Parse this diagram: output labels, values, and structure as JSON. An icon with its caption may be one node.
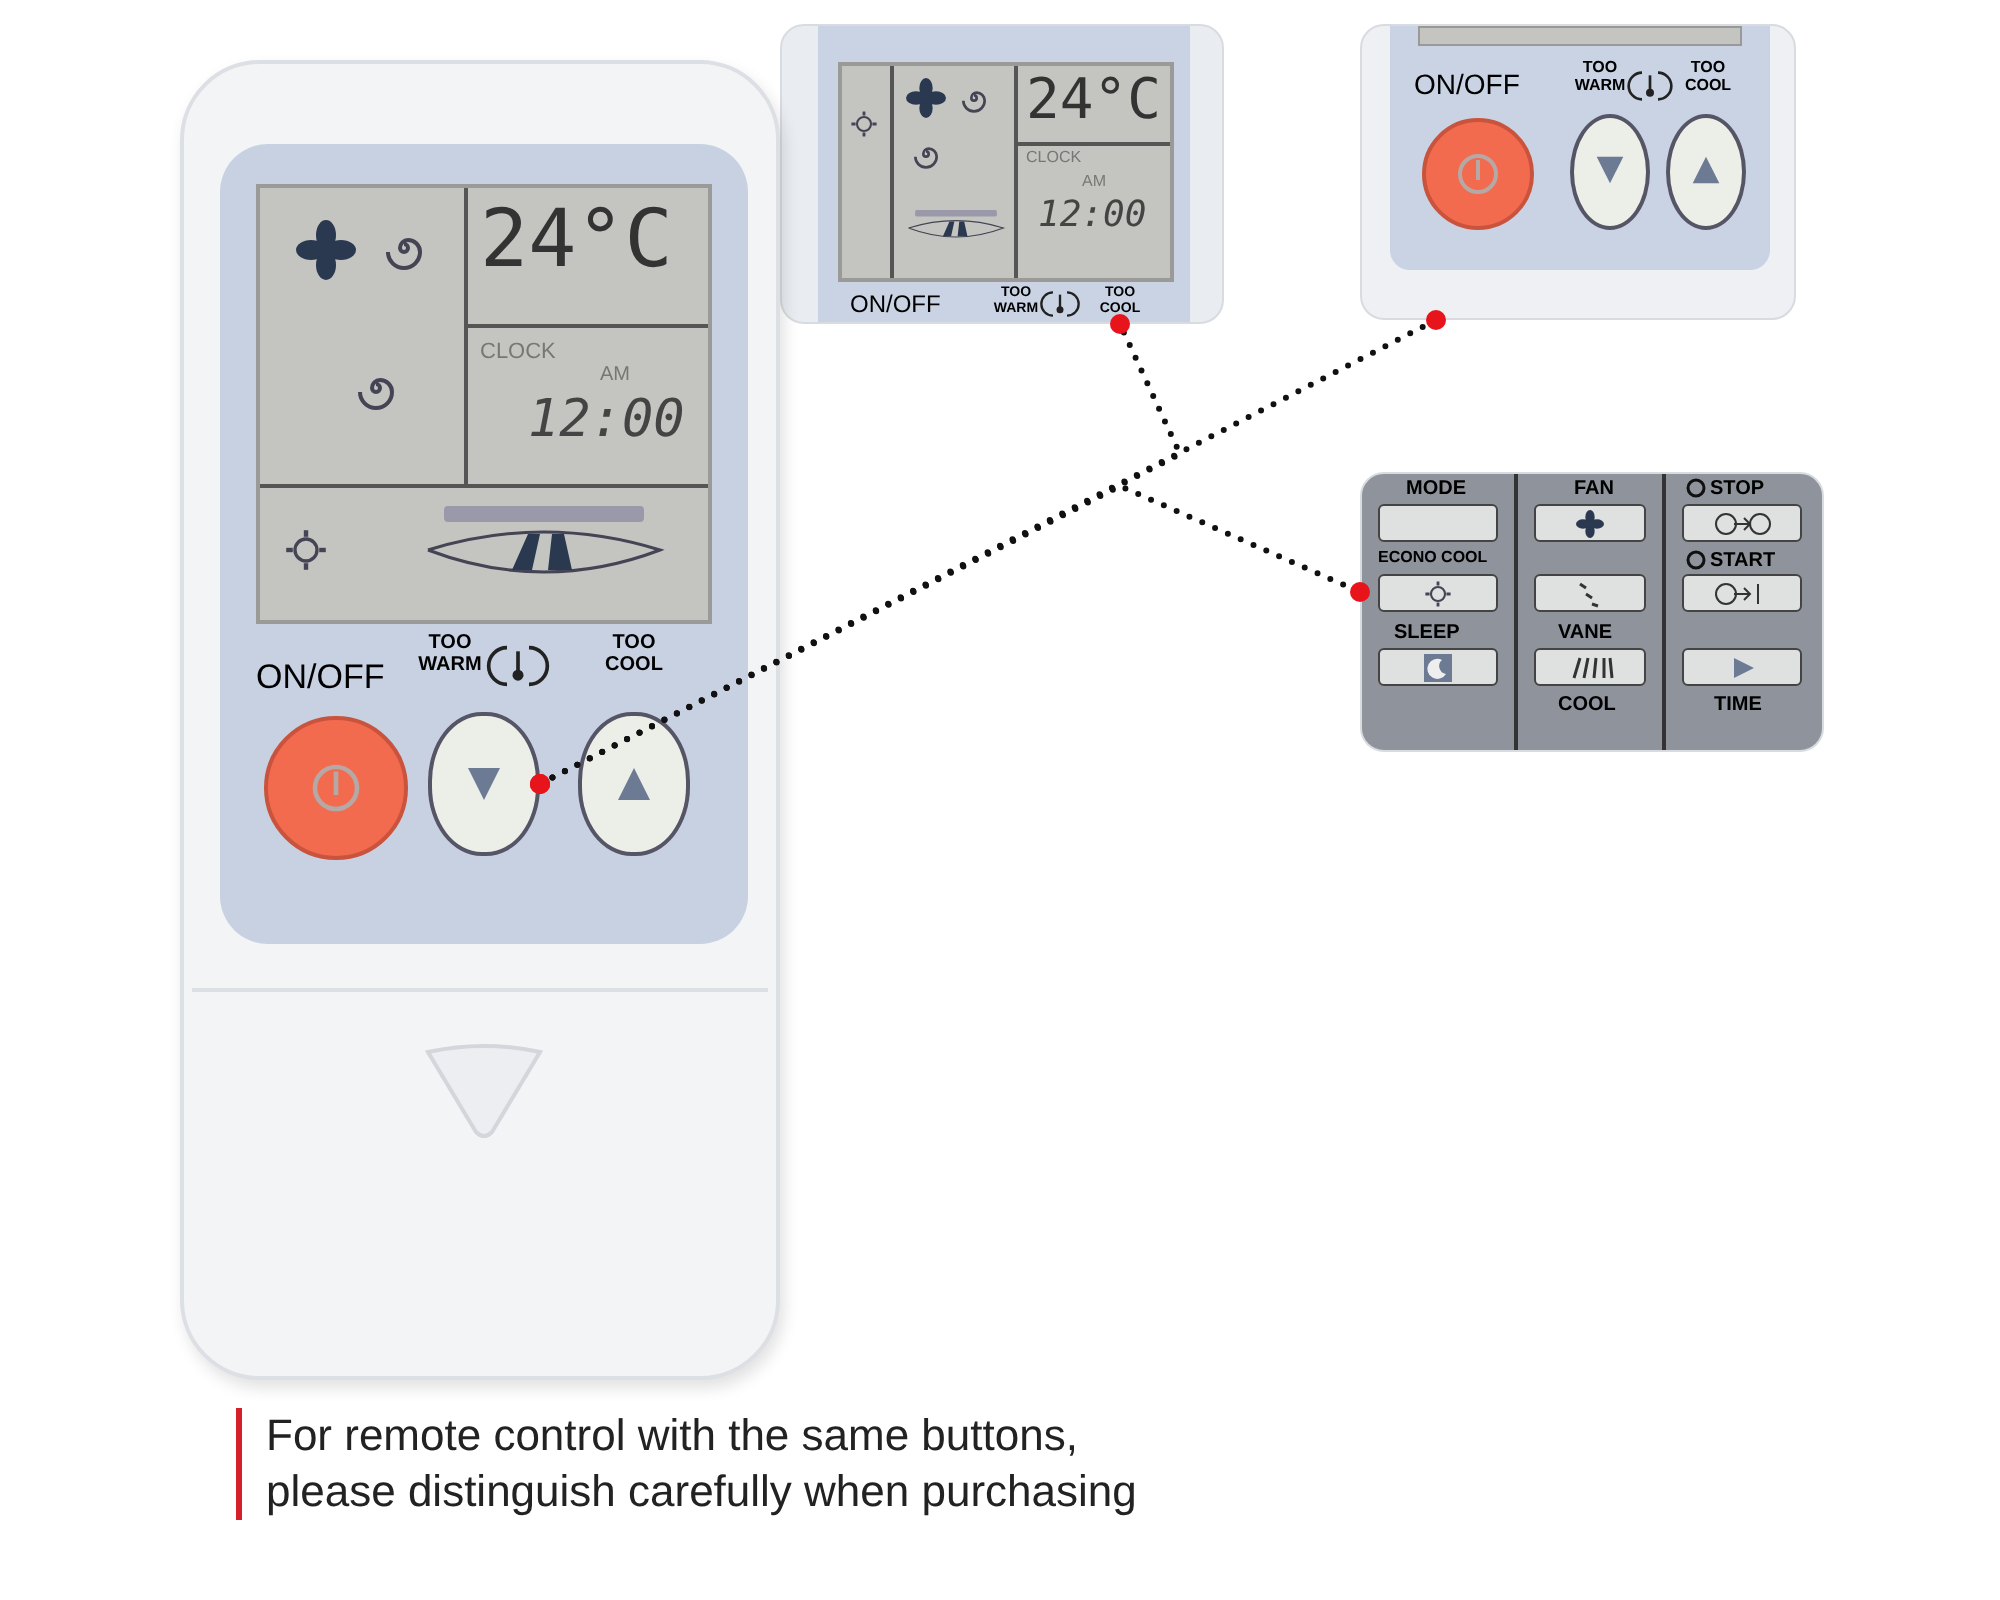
{
  "diagram": {
    "caption": "For remote control with the same buttons, please distinguish carefully when purchasing",
    "nodes": [
      {
        "text": [
          "24°C",
          "CLOCK",
          "AM",
          "12:00",
          "ON/OFF",
          "TOO WARM",
          "TOO COOL"
        ]
      },
      {
        "text": [
          "ON/OFF",
          "TOO WARM",
          "TOO COOL"
        ]
      },
      {
        "text": [
          "MODE",
          "FAN",
          "STOP",
          "ECONO COOL",
          "START",
          "SLEEP",
          "VANE",
          "COOL",
          "TIME"
        ]
      },
      {
        "text": [
          "24°C",
          "CLOCK",
          "AM",
          "12:00",
          "TOO WARM",
          "TOO COOL",
          "ON/OFF"
        ]
      },
      {
        "text": [],
        "shape": "circle",
        "in": 3
      },
      {
        "text": [],
        "shape": "button",
        "in": 3
      },
      {
        "text": [],
        "shape": "button",
        "in": 3
      }
    ],
    "edges": [
      {
        "from": 5,
        "to": 0,
        "arrow": "other",
        "style": "dashed"
      },
      {
        "from": 5,
        "to": 1,
        "arrow": "other",
        "style": "dashed"
      },
      {
        "from": 5,
        "to": 2,
        "arrow": "other",
        "style": "dashed"
      }
    ]
  }
}
